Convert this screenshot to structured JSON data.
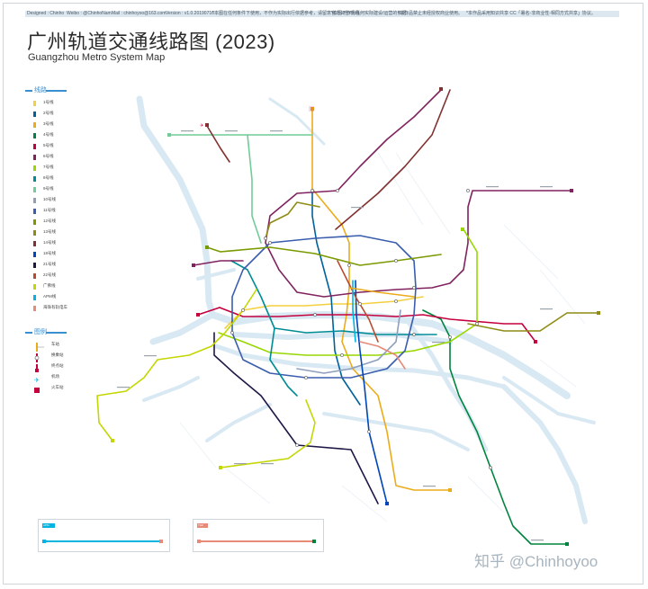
{
  "header": {
    "designer": "Designed : Chinho",
    "weibo": "Weibo : @ChinhoNam",
    "mail": "Mail : chinhoyoo@163.com",
    "version": "Version : v1.0.20190716",
    "note_1": "*本图在任何条件下使用，不作为实际出行依据参考，请留意官方公告/现场。",
    "note_2": "*本图不作为任何实际建设/运营的依据。",
    "note_3": "*本作品禁止未经授权商业使用。",
    "note_4": "*本作品采用知识共享 CC「署名-非商业性-相同方式共享」协议。"
  },
  "title": "广州轨道交通线路图 (2023)",
  "subtitle": "Guangzhou Metro System Map",
  "legend": {
    "lines_heading": "线路",
    "lines": [
      {
        "label": "1号线",
        "color": "#f3d03e"
      },
      {
        "label": "2号线",
        "color": "#00629b"
      },
      {
        "label": "3号线",
        "color": "#ecab1a"
      },
      {
        "label": "4号线",
        "color": "#00843d"
      },
      {
        "label": "5号线",
        "color": "#c5003e"
      },
      {
        "label": "6号线",
        "color": "#80225f"
      },
      {
        "label": "7号线",
        "color": "#97d700"
      },
      {
        "label": "8号线",
        "color": "#008c95"
      },
      {
        "label": "9号线",
        "color": "#71cc98"
      },
      {
        "label": "10号线",
        "color": "#8e9fbc"
      },
      {
        "label": "11号线",
        "color": "#3a5dae"
      },
      {
        "label": "12号线",
        "color": "#7a9a01"
      },
      {
        "label": "13号线",
        "color": "#8e8c13"
      },
      {
        "label": "14号线",
        "color": "#81312f"
      },
      {
        "label": "18号线",
        "color": "#0047ba"
      },
      {
        "label": "21号线",
        "color": "#201747"
      },
      {
        "label": "22号线",
        "color": "#b94a2e"
      },
      {
        "label": "广佛线",
        "color": "#c4d600"
      },
      {
        "label": "APM线",
        "color": "#00b5e2"
      },
      {
        "label": "海珠有轨电车",
        "color": "#e88a78"
      }
    ],
    "symbols_heading": "图例",
    "symbols": [
      {
        "label": "车站"
      },
      {
        "label": "换乘站"
      },
      {
        "label": "终点站"
      },
      {
        "label": "机场"
      },
      {
        "label": "火车站"
      }
    ]
  },
  "insets": {
    "left_badge": "APM",
    "right_badge": "THZ"
  },
  "watermark": "知乎 @Chinhoyoo",
  "colors": {
    "river": "#d9e9f3",
    "background": "#ffffff",
    "frame": "#cfd6db"
  },
  "icons": {
    "airport": "airplane-icon",
    "railway": "train-station-icon"
  }
}
